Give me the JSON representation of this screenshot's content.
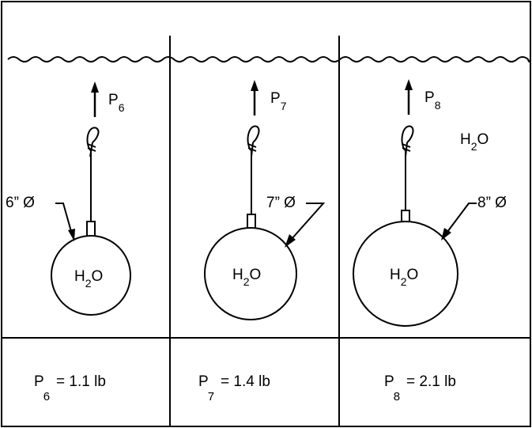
{
  "panels": [
    {
      "force": {
        "symbol": "P",
        "subscript": "6"
      },
      "diameter_label": "6” Ø",
      "sphere_label": {
        "main": "H",
        "sub": "2",
        "tail": "O"
      },
      "result": {
        "symbol": "P",
        "subscript": "6",
        "value": "= 1.1 lb"
      }
    },
    {
      "force": {
        "symbol": "P",
        "subscript": "7"
      },
      "diameter_label": "7” Ø",
      "sphere_label": {
        "main": "H",
        "sub": "2",
        "tail": "O"
      },
      "result": {
        "symbol": "P",
        "subscript": "7",
        "value": "= 1.4 lb"
      }
    },
    {
      "force": {
        "symbol": "P",
        "subscript": "8"
      },
      "diameter_label": "8” Ø",
      "sphere_label": {
        "main": "H",
        "sub": "2",
        "tail": "O"
      },
      "result": {
        "symbol": "P",
        "subscript": "8",
        "value": "= 2.1 lb"
      }
    }
  ],
  "fluid_label": {
    "main": "H",
    "sub": "2",
    "tail": "O"
  }
}
